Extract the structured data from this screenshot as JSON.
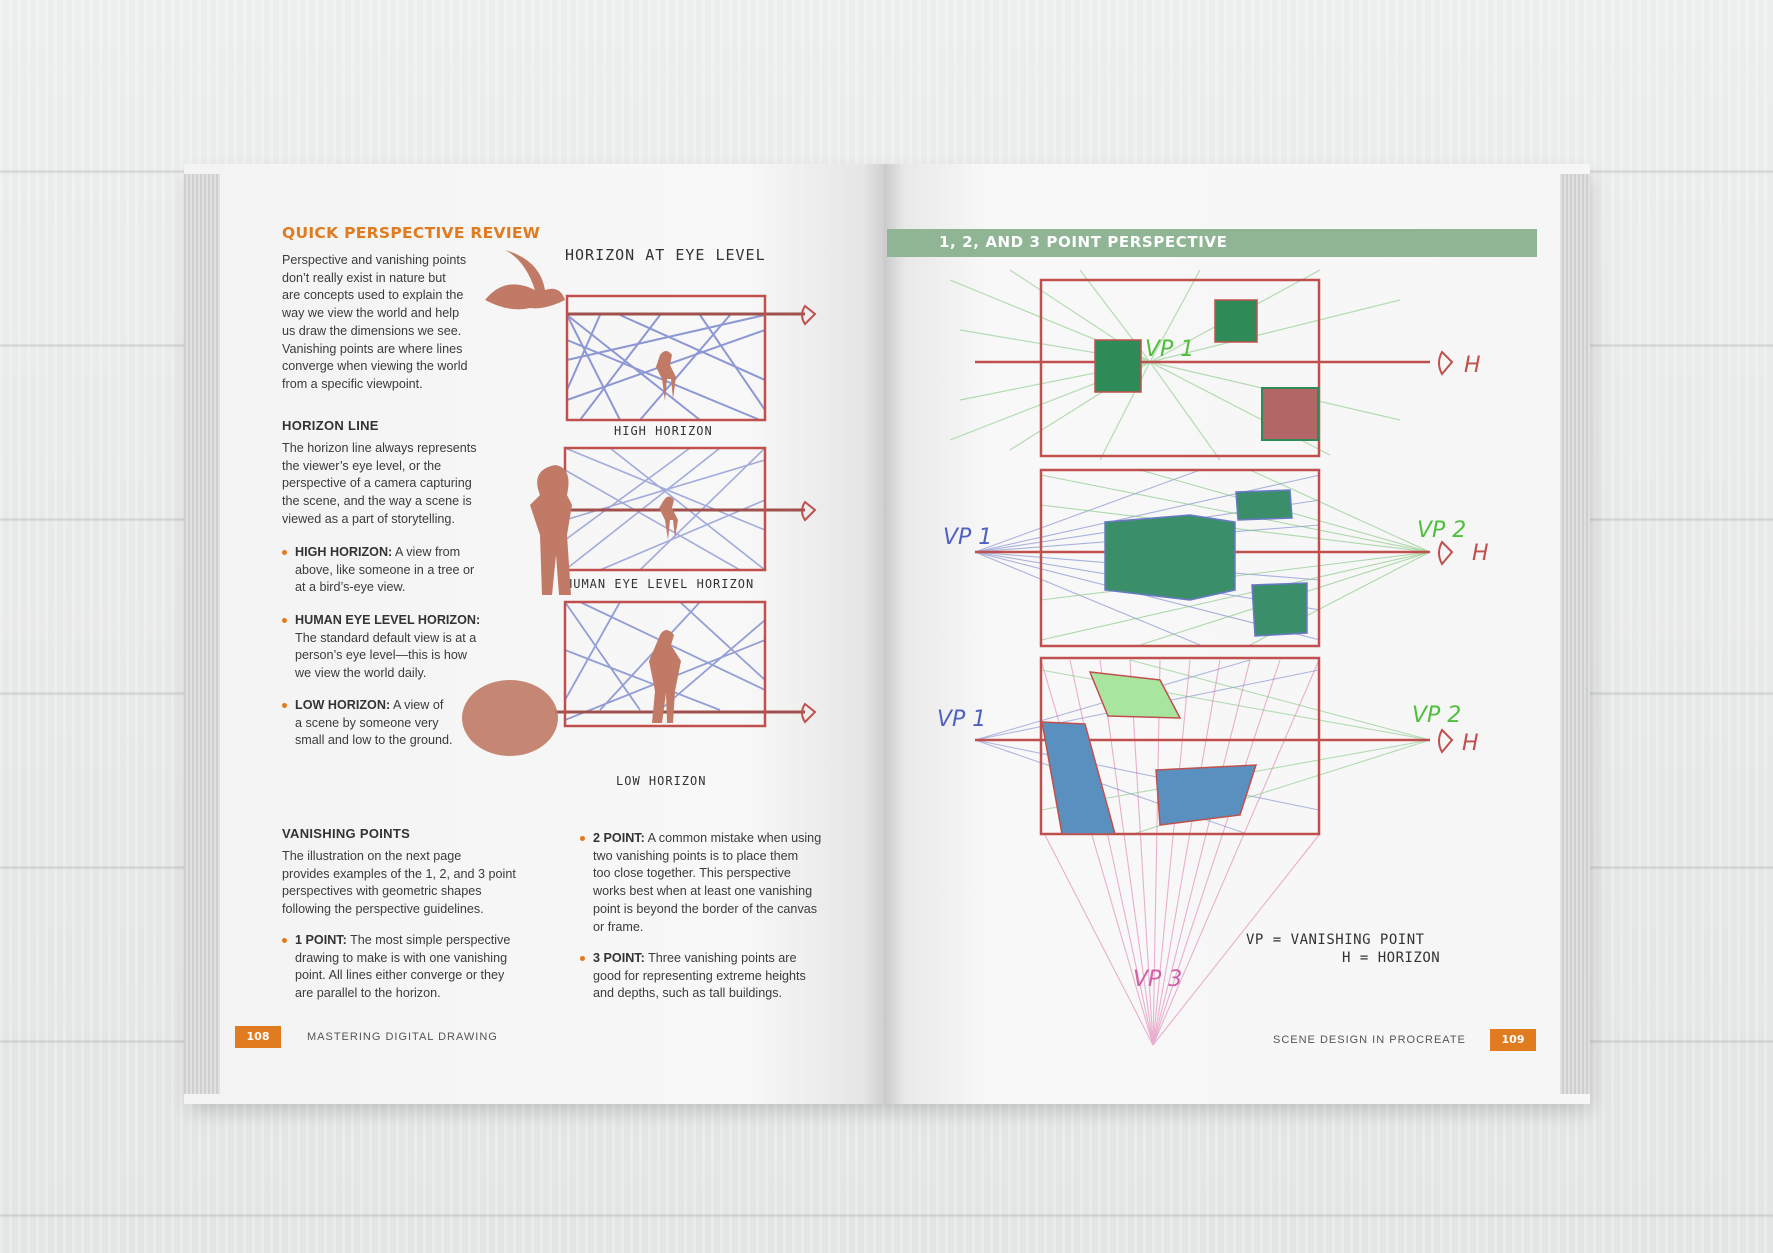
{
  "left_page": {
    "title": "QUICK PERSPECTIVE REVIEW",
    "intro": [
      "Perspective and vanishing points",
      "don’t really exist in nature but",
      "are concepts used to explain the",
      "way we view the world and help",
      "us draw the dimensions we see.",
      "Vanishing points are where lines",
      "converge when viewing the world",
      "from a specific viewpoint."
    ],
    "horizon_heading": "HORIZON LINE",
    "horizon_text": [
      "The horizon line always represents",
      "the viewer’s eye level, or the",
      "perspective of a camera capturing",
      "the scene, and the way a scene is",
      "viewed as a part of storytelling."
    ],
    "bullets": [
      {
        "label": "HIGH HORIZON:",
        "lines": [
          " A view from",
          "above, like someone in a tree or",
          "at a bird’s-eye view."
        ]
      },
      {
        "label": "HUMAN EYE LEVEL HORIZON:",
        "lines": [
          "",
          "The standard default view is at a",
          "person’s eye level—this is how",
          "we view the world daily."
        ]
      },
      {
        "label": "LOW HORIZON:",
        "lines": [
          " A view of",
          "a scene by someone very",
          "small and low to the ground."
        ]
      }
    ],
    "vp_heading": "VANISHING POINTS",
    "vp_text": [
      "The illustration on the next page",
      "provides examples of the 1, 2, and 3 point",
      "perspectives with geometric shapes",
      "following the perspective guidelines."
    ],
    "vp_bullets": [
      {
        "label": "1 POINT:",
        "lines": [
          " The most simple perspective",
          "drawing to make is with one vanishing",
          "point. All lines either converge or they",
          "are parallel to the horizon."
        ]
      },
      {
        "label": "2 POINT:",
        "lines": [
          " A common mistake when using",
          "two vanishing points is to place them",
          "too close together. This perspective",
          "works best when at least one vanishing",
          "point is beyond the border of the canvas",
          "or frame."
        ]
      },
      {
        "label": "3 POINT:",
        "lines": [
          " Three vanishing points are",
          "good for representing extreme heights",
          "and depths, such as tall buildings."
        ]
      }
    ],
    "illus_labels": {
      "top": "HORIZON AT EYE LEVEL",
      "high": "HIGH HORIZON",
      "human": "HUMAN EYE LEVEL HORIZON",
      "low": "LOW HORIZON"
    },
    "page_number": "108",
    "footer": "MASTERING DIGITAL DRAWING"
  },
  "right_page": {
    "band_title": "1, 2, AND 3 POINT PERSPECTIVE",
    "labels": {
      "vp1_top": "VP 1",
      "h_top": "H",
      "vp1_mid": "VP 1",
      "vp2_mid": "VP 2",
      "h_mid": "H",
      "vp1_low": "VP 1",
      "vp2_low": "VP 2",
      "h_low": "H",
      "vp3": "VP 3"
    },
    "legend": [
      "VP = VANISHING POINT",
      "H = HORIZON"
    ],
    "footer": "SCENE DESIGN IN PROCREATE",
    "page_number": "109"
  },
  "colors": {
    "orange": "#e07b20",
    "band_green": "#8fb595",
    "frame_red": "#c0504d",
    "blue_lines": "#6a78c8",
    "green_lines": "#7dc47a",
    "pink_lines": "#e07fb4",
    "figure_brown": "#c07a66"
  }
}
